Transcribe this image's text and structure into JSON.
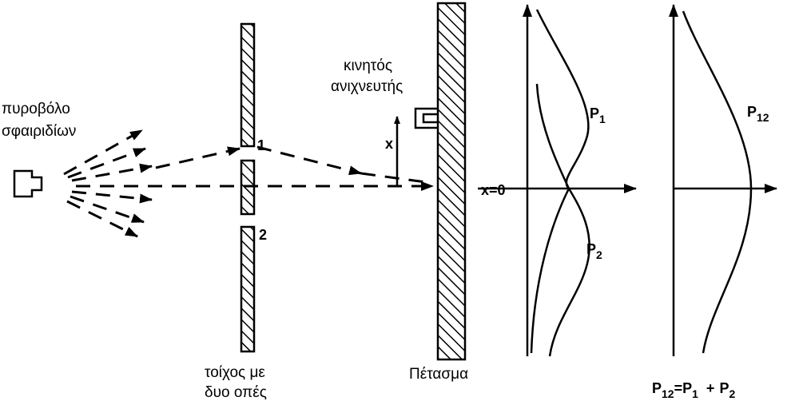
{
  "labels": {
    "gun_line1": "πυροβόλο",
    "gun_line2": "σφαιριδίων",
    "wall_line1": "τοίχος με",
    "wall_line2": "δυο οπές",
    "detector_line1": "κινητός",
    "detector_line2": "ανιχνευτής",
    "screen": "Πέτασμα",
    "hole1": "1",
    "hole2": "2",
    "x_axis": "x",
    "x_zero": "x=0",
    "p1": "P",
    "p1_sub": "1",
    "p2": "P",
    "p2_sub": "2",
    "p12": "P",
    "p12_sub": "12",
    "formula": {
      "p": "P",
      "s12": "12",
      "eq": "=",
      "s1": "1",
      "plus": "+",
      "s2": "2"
    }
  },
  "colors": {
    "ink": "#000000",
    "background": "#ffffff"
  }
}
